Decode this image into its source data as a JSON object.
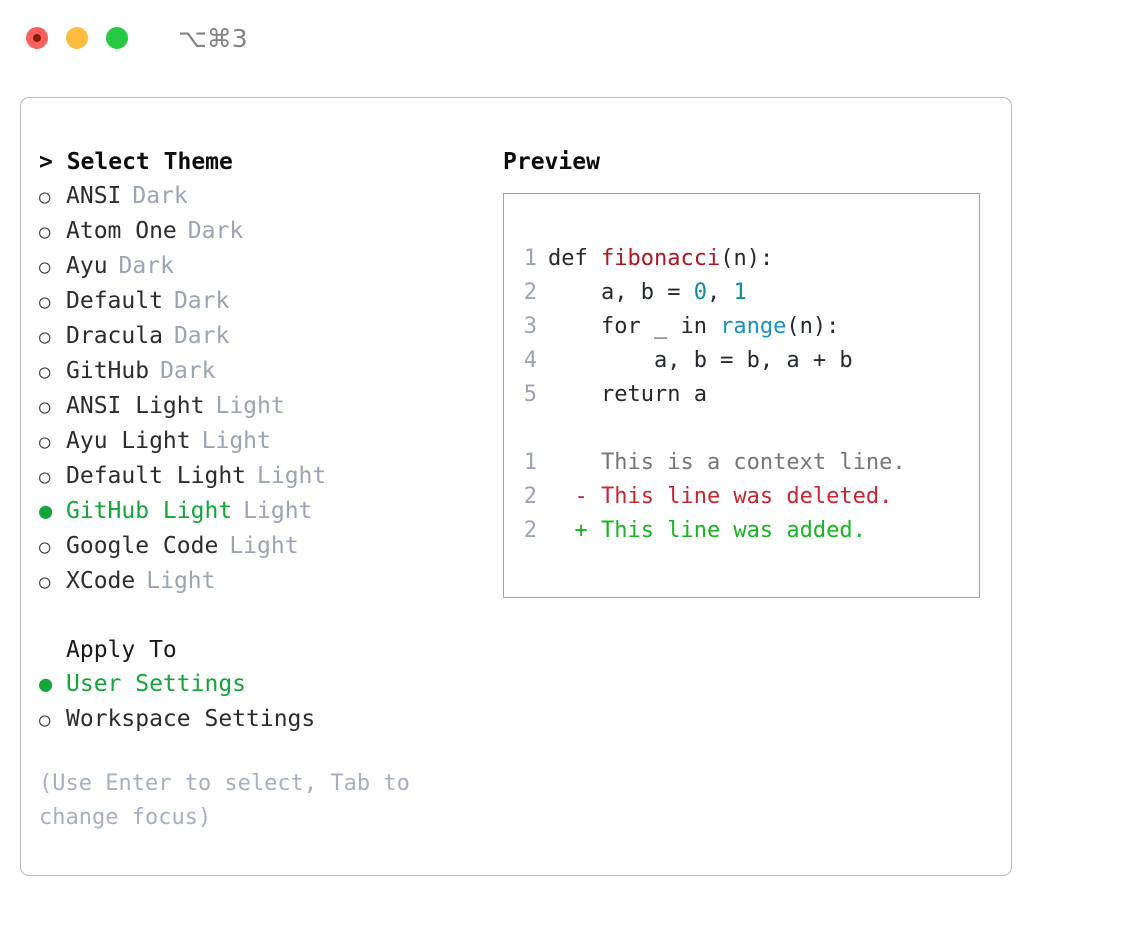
{
  "titlebar": {
    "shortcut": "⌥⌘3",
    "buttons": [
      {
        "name": "close",
        "color": "#fb615c"
      },
      {
        "name": "minimize",
        "color": "#fdbc40"
      },
      {
        "name": "maximize",
        "color": "#26ca41"
      }
    ]
  },
  "theme_panel": {
    "heading": "> Select Theme",
    "items": [
      {
        "bullet": "○",
        "label": "ANSI",
        "tag": "Dark",
        "selected": false
      },
      {
        "bullet": "○",
        "label": "Atom One",
        "tag": "Dark",
        "selected": false
      },
      {
        "bullet": "○",
        "label": "Ayu",
        "tag": "Dark",
        "selected": false
      },
      {
        "bullet": "○",
        "label": "Default",
        "tag": "Dark",
        "selected": false
      },
      {
        "bullet": "○",
        "label": "Dracula",
        "tag": "Dark",
        "selected": false
      },
      {
        "bullet": "○",
        "label": "GitHub",
        "tag": "Dark",
        "selected": false
      },
      {
        "bullet": "○",
        "label": "ANSI Light",
        "tag": "Light",
        "selected": false
      },
      {
        "bullet": "○",
        "label": "Ayu Light",
        "tag": "Light",
        "selected": false
      },
      {
        "bullet": "○",
        "label": "Default Light",
        "tag": "Light",
        "selected": false
      },
      {
        "bullet": "●",
        "label": "GitHub Light",
        "tag": "Light",
        "selected": true
      },
      {
        "bullet": "○",
        "label": "Google Code",
        "tag": "Light",
        "selected": false
      },
      {
        "bullet": "○",
        "label": "XCode",
        "tag": "Light",
        "selected": false
      }
    ]
  },
  "apply_to": {
    "heading": "Apply To",
    "items": [
      {
        "bullet": "●",
        "label": "User Settings",
        "selected": true
      },
      {
        "bullet": "○",
        "label": "Workspace Settings",
        "selected": false
      }
    ]
  },
  "hint": "(Use Enter to select, Tab to change focus)",
  "preview": {
    "heading": "Preview",
    "code_lines": [
      {
        "num": "1",
        "tokens": [
          {
            "t": "def ",
            "c": "plain"
          },
          {
            "t": "fibonacci",
            "c": "fn"
          },
          {
            "t": "(n):",
            "c": "plain"
          }
        ]
      },
      {
        "num": "2",
        "tokens": [
          {
            "t": "    a, b = ",
            "c": "plain"
          },
          {
            "t": "0",
            "c": "num"
          },
          {
            "t": ", ",
            "c": "plain"
          },
          {
            "t": "1",
            "c": "num"
          }
        ]
      },
      {
        "num": "3",
        "tokens": [
          {
            "t": "    for _ in ",
            "c": "plain"
          },
          {
            "t": "range",
            "c": "call"
          },
          {
            "t": "(n):",
            "c": "plain"
          }
        ]
      },
      {
        "num": "4",
        "tokens": [
          {
            "t": "        a, b = b, a + b",
            "c": "plain"
          }
        ]
      },
      {
        "num": "5",
        "tokens": [
          {
            "t": "    return a",
            "c": "plain"
          }
        ]
      }
    ],
    "diff_lines": [
      {
        "num": "1",
        "marker": " ",
        "text": "This is a context line.",
        "kind": "ctx"
      },
      {
        "num": "2",
        "marker": "-",
        "text": "This line was deleted.",
        "kind": "del"
      },
      {
        "num": "2",
        "marker": "+",
        "text": "This line was added.",
        "kind": "add"
      }
    ]
  },
  "colors": {
    "accent_green": "#13a539",
    "tag_gray": "#9aa4b4",
    "border": "#b2bac6",
    "preview_border": "#99a3b2",
    "syntax_function": "#b01622",
    "syntax_number": "#0b8b9e",
    "syntax_call": "#1592bd",
    "diff_context": "#767676",
    "diff_deleted": "#cb2431",
    "diff_added": "#16b521"
  }
}
